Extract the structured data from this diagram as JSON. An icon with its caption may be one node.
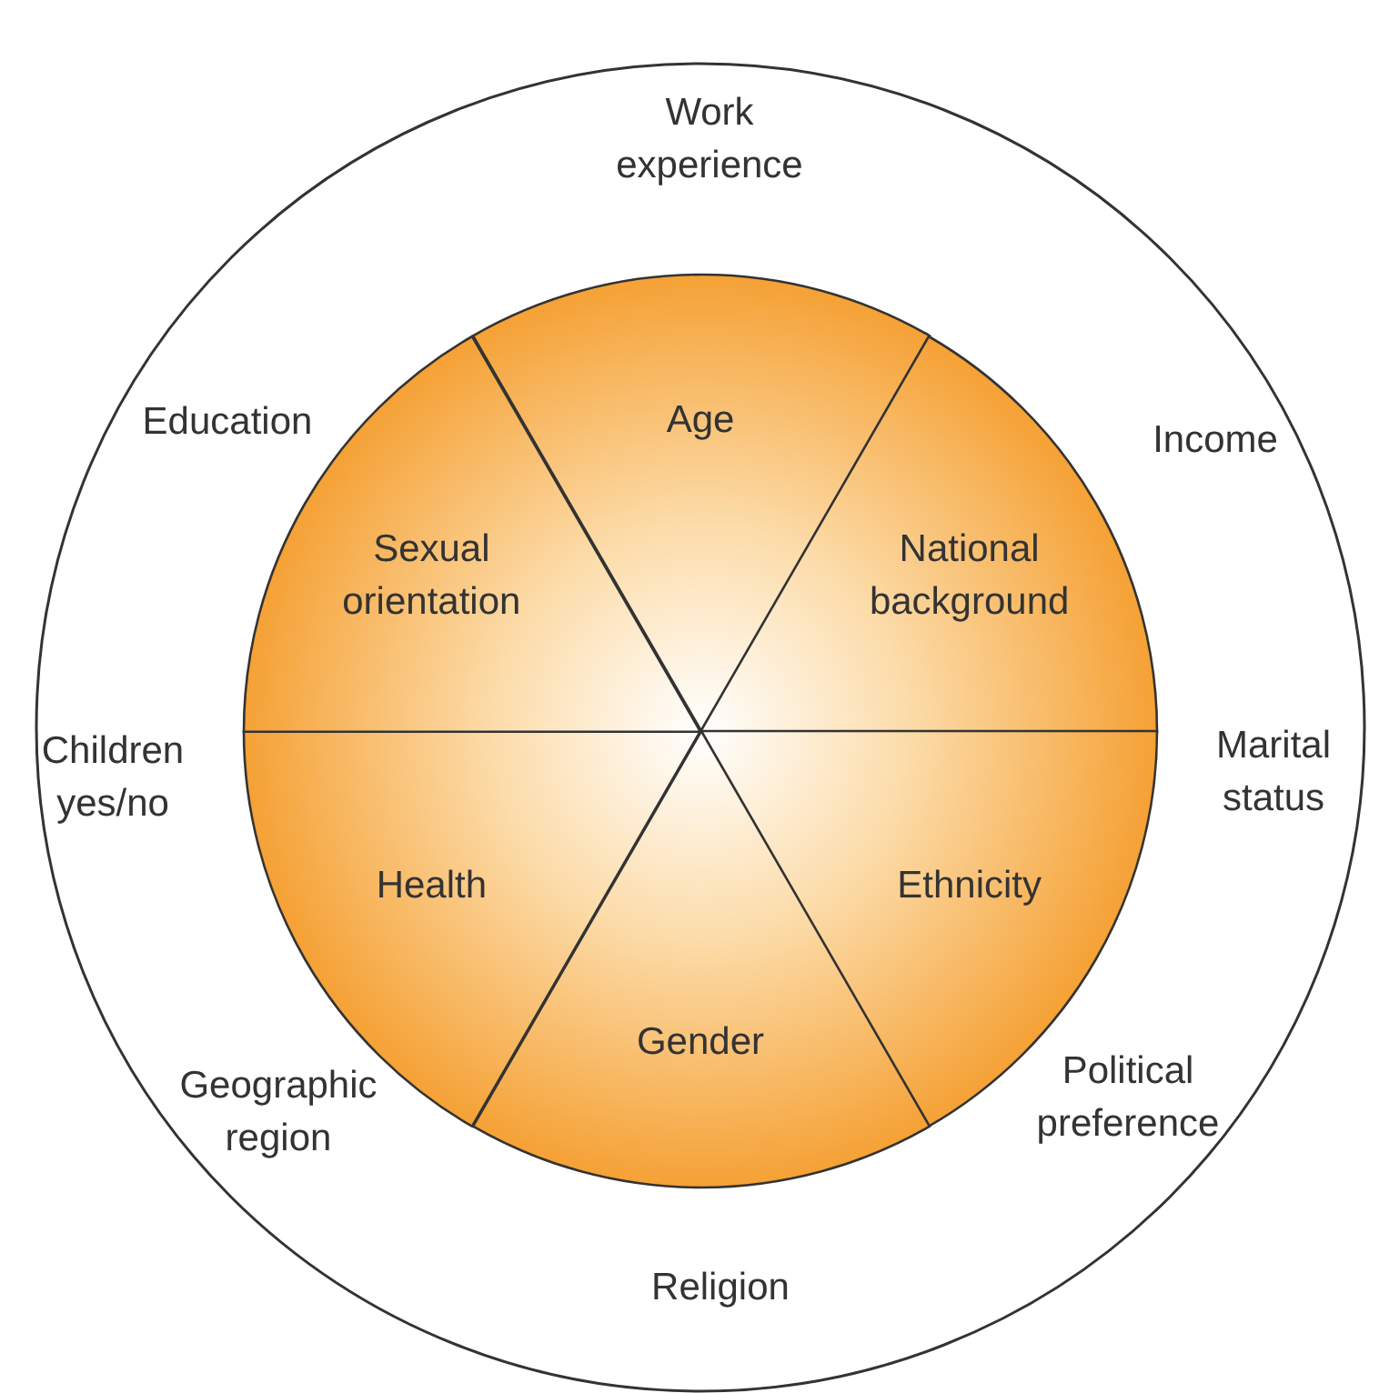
{
  "diagram": {
    "nodes": [
      {
        "text": [],
        "shape": "circle"
      },
      {
        "text": [],
        "shape": "circle",
        "in": 0
      },
      {
        "text": [
          "Age"
        ],
        "in": 1
      },
      {
        "text": [
          "National background"
        ],
        "in": 1
      },
      {
        "text": [
          "Ethnicity"
        ],
        "in": 1
      },
      {
        "text": [
          "Gender"
        ],
        "in": 1
      },
      {
        "text": [
          "Health"
        ],
        "in": 1
      },
      {
        "text": [
          "Sexual orientation"
        ],
        "in": 1
      }
    ],
    "labels": [
      "Work experience",
      "Education",
      "Income",
      "Children yes/no",
      "Marital status",
      "Geographic region",
      "Political preference",
      "Religion"
    ]
  }
}
